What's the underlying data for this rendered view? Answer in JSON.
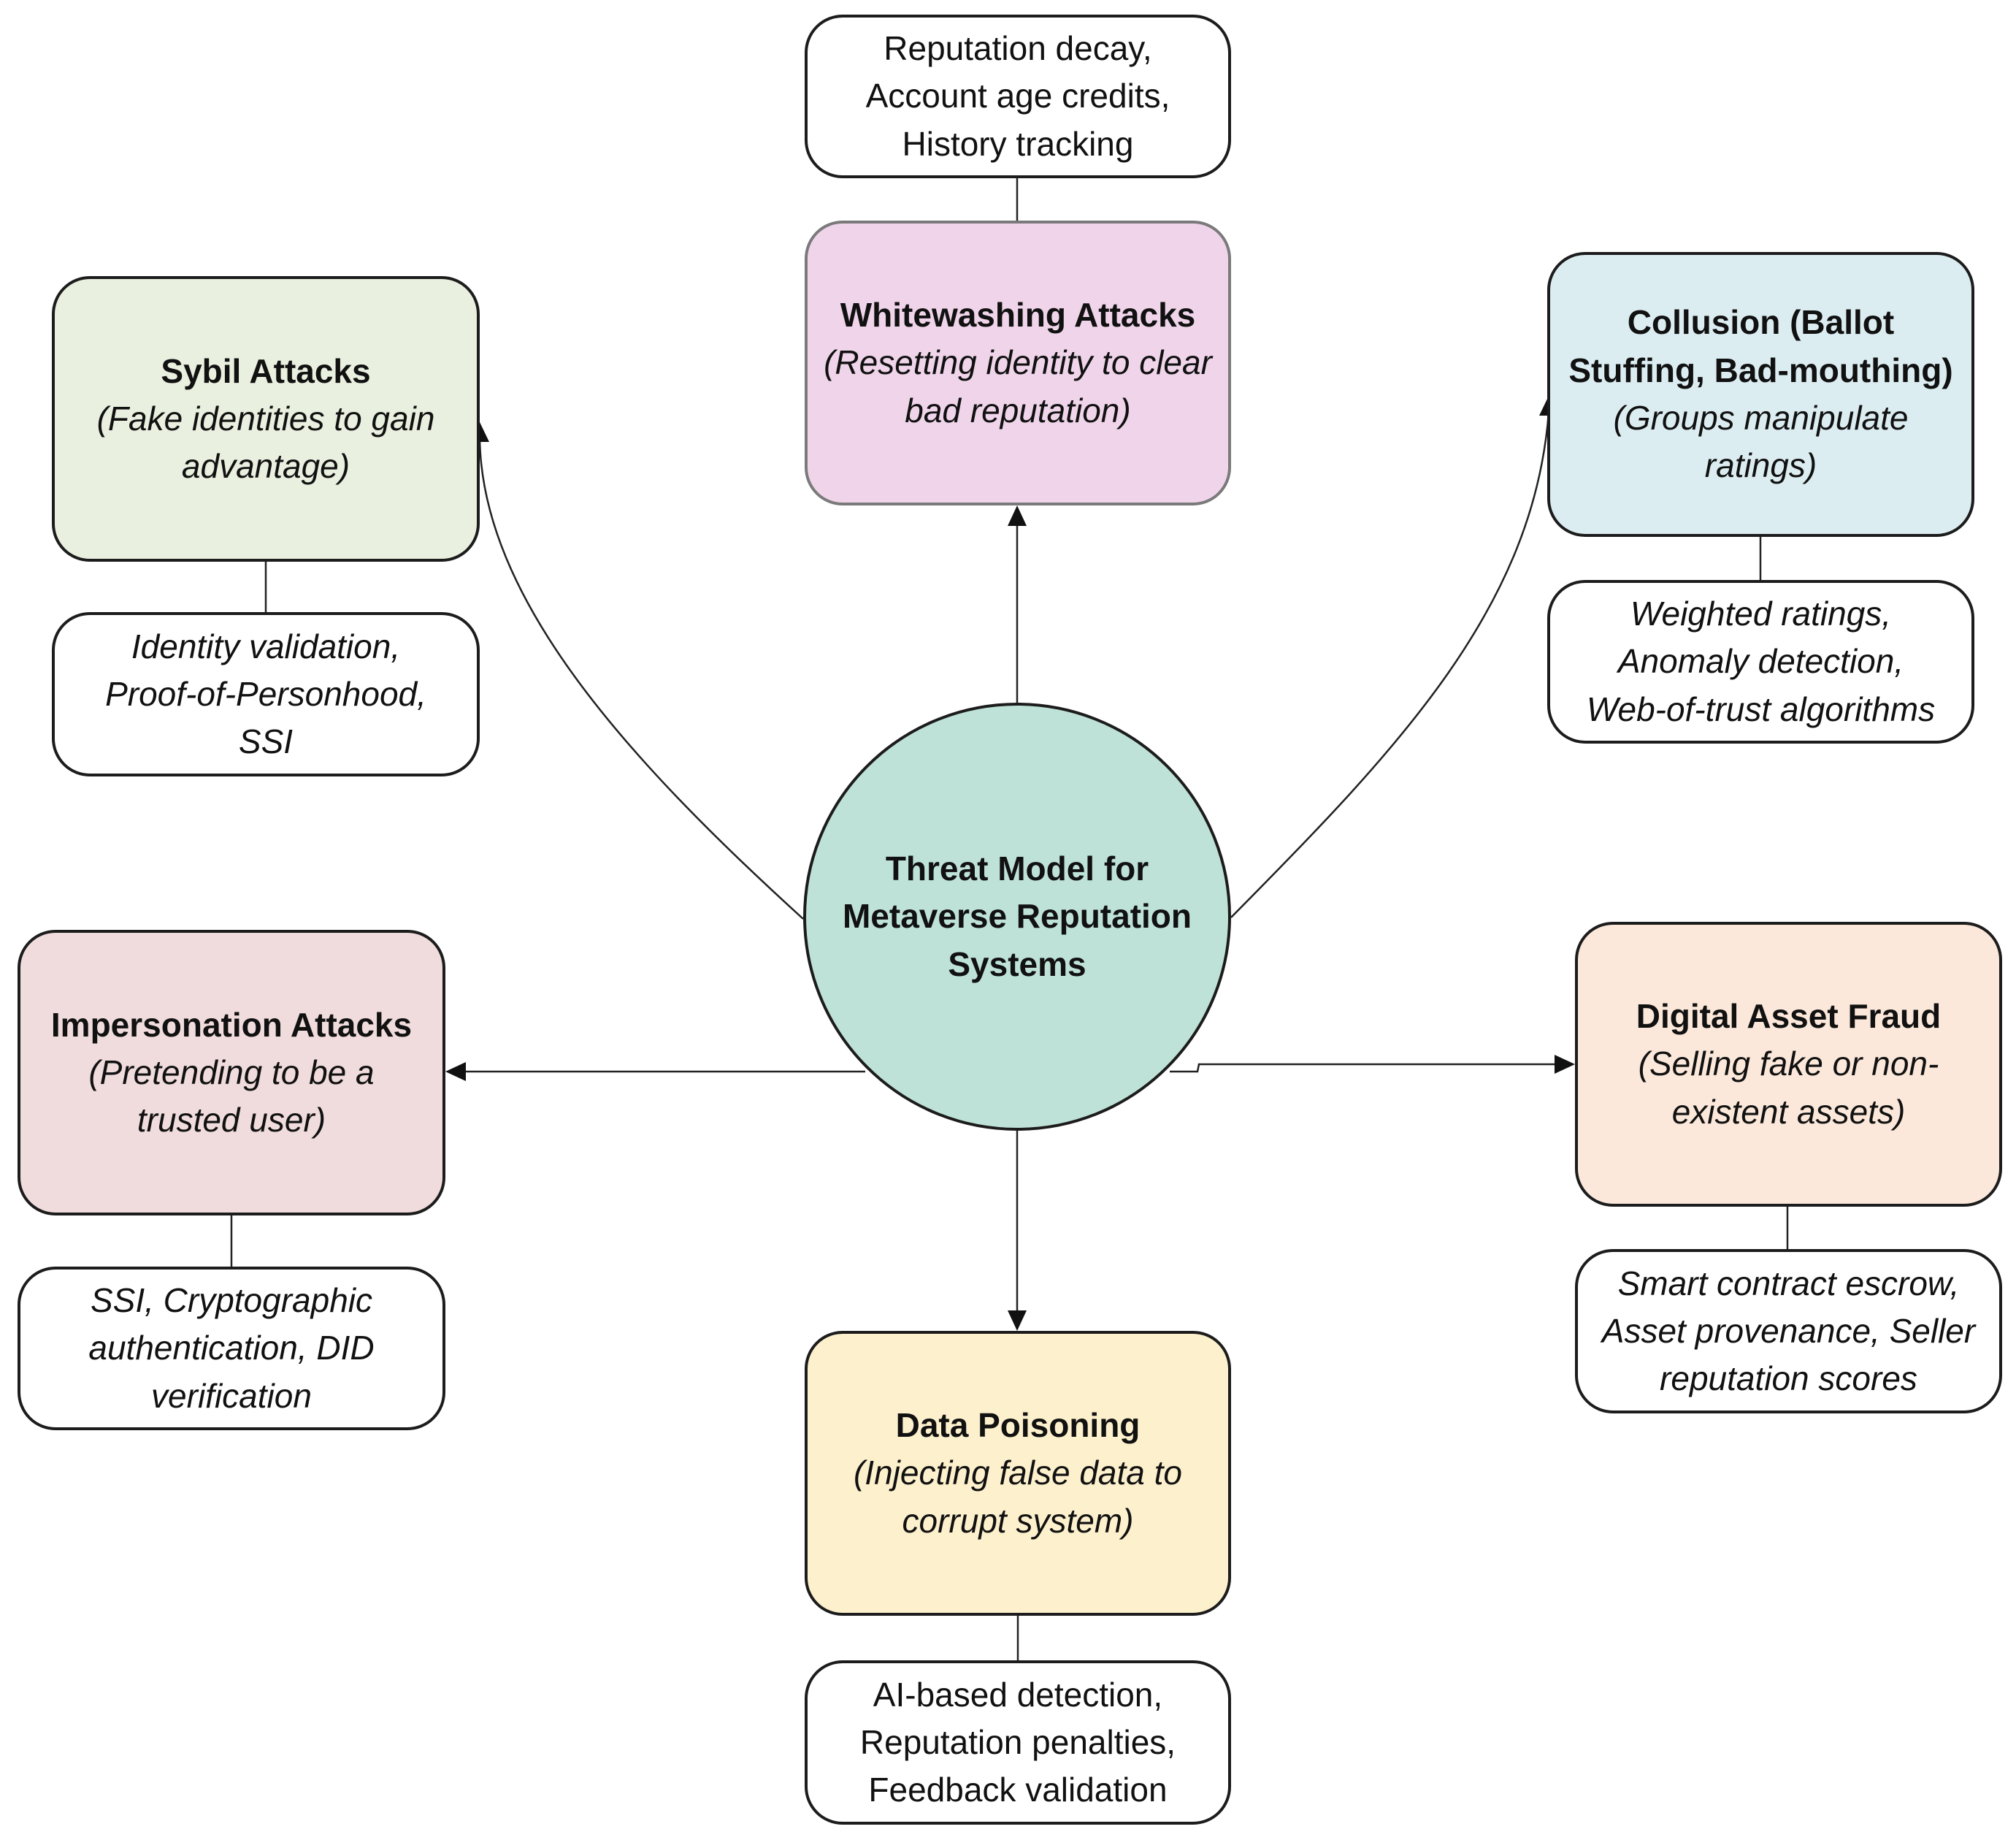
{
  "hub": {
    "label": "Threat Model for Metaverse Reputation Systems",
    "fill": "#bfe2d8"
  },
  "threats": {
    "whitewashing": {
      "title": "Whitewashing Attacks",
      "desc": "(Resetting identity to clear bad reputation)",
      "fill": "#f0d5ea"
    },
    "sybil": {
      "title": "Sybil Attacks",
      "desc": "(Fake identities to gain advantage)",
      "fill": "#e9f0df"
    },
    "collusion": {
      "title": "Collusion (Ballot Stuffing, Bad-mouthing)",
      "desc": "(Groups manipulate ratings)",
      "fill": "#dcedf2"
    },
    "impersonation": {
      "title": "Impersonation Attacks",
      "desc": "(Pretending to be a trusted user)",
      "fill": "#f0dcdc"
    },
    "asset_fraud": {
      "title": "Digital Asset Fraud",
      "desc": "(Selling fake or non-existent assets)",
      "fill": "#fbe8da"
    },
    "data_poisoning": {
      "title": "Data Poisoning",
      "desc": "(Injecting false data to corrupt system)",
      "fill": "#fdf0cd"
    }
  },
  "mitigations": {
    "whitewashing": "Reputation decay,\nAccount age credits,\nHistory tracking",
    "sybil": "Identity validation,\nProof-of-Personhood,\nSSI",
    "collusion": "Weighted ratings,\nAnomaly detection,\nWeb-of-trust algorithms",
    "impersonation": "SSI, Cryptographic\nauthentication, DID\nverification",
    "asset_fraud": "Smart contract escrow,\nAsset provenance, Seller\nreputation scores",
    "data_poisoning": "AI-based detection,\nReputation penalties,\nFeedback validation"
  }
}
